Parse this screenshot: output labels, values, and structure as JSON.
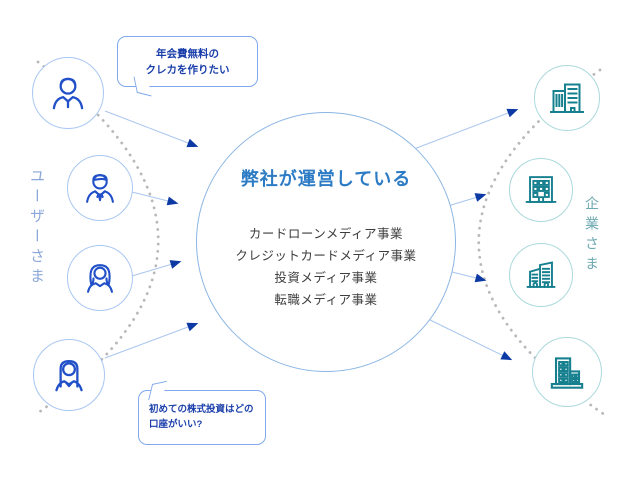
{
  "left": {
    "group_label": "ユーザーさま",
    "users": [
      {
        "icon": "man-polo-icon"
      },
      {
        "icon": "man-suit-icon"
      },
      {
        "icon": "woman-wavy-hair-icon"
      },
      {
        "icon": "woman-long-hair-icon"
      }
    ],
    "bubble_top": {
      "lines": [
        "年会費無料の",
        "クレカを作りたい"
      ]
    },
    "bubble_bottom": {
      "text": "初めての株式投資はどの口座がいい?"
    }
  },
  "center": {
    "title": "弊社が運営している",
    "businesses": [
      "カードローンメディア事業",
      "クレジットカードメディア事業",
      "投資メディア事業",
      "転職メディア事業"
    ]
  },
  "right": {
    "group_label": "企業さま",
    "companies": [
      {
        "icon": "two-buildings-icon"
      },
      {
        "icon": "office-building-icon"
      },
      {
        "icon": "angled-buildings-icon"
      },
      {
        "icon": "building-complex-icon"
      }
    ]
  },
  "colors": {
    "user_icon_blue": "#2150c8",
    "user_circle_border": "#a9c7f2",
    "bubble_border": "#7fa9ea",
    "bubble_text": "#1b3faa",
    "arrow_line": "#a9c6ee",
    "arrow_head": "#0c39a4",
    "center_circle_border": "#8cb6e4",
    "center_title_blue": "#2c7bc5",
    "center_list_text": "#3d3d3d",
    "users_label_blue": "#8ba6da",
    "companies_label_teal": "#6fa9b2",
    "company_icon_teal": "#16808f",
    "company_circle_border": "#abd9dd",
    "dotted_arc_gray": "#b8b8b8"
  }
}
